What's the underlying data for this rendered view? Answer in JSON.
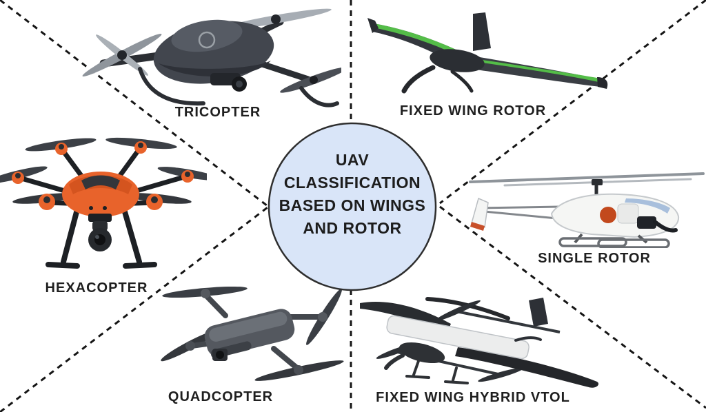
{
  "canvas": {
    "width": "1024",
    "height": "598",
    "background": "#ffffff"
  },
  "diagram": {
    "type": "radial classification diagram",
    "center": {
      "title": "UAV CLASSIFICATION BASED ON WINGS AND ROTOR",
      "title_lines": [
        "UAV",
        "CLASSIFICATION",
        "BASED ON WINGS",
        "AND ROTOR"
      ],
      "shape": "circle",
      "fill_color": "#d9e5f8",
      "border_color": "#2e2e2e",
      "text_color": "#1d1d1d"
    },
    "dividers": {
      "style": "dashed",
      "color": "#151515",
      "count": 6
    },
    "categories": [
      {
        "label": "TRICOPTER",
        "position": "top-left",
        "image": "tricopter-drone-image",
        "accent_color": "#42464e"
      },
      {
        "label": "FIXED WING ROTOR",
        "position": "top-right",
        "image": "fixed-wing-rotor-drone-image",
        "accent_color": "#54bd48"
      },
      {
        "label": "HEXACOPTER",
        "position": "middle-left",
        "image": "hexacopter-drone-image",
        "accent_color": "#e8632b"
      },
      {
        "label": "SINGLE ROTOR",
        "position": "middle-right",
        "image": "single-rotor-helicopter-image",
        "accent_color": "#f5f6f4"
      },
      {
        "label": "QUADCOPTER",
        "position": "bottom-left",
        "image": "quadcopter-drone-image",
        "accent_color": "#54585f"
      },
      {
        "label": "FIXED WING HYBRID VTOL",
        "position": "bottom-right",
        "image": "fixed-wing-hybrid-vtol-drone-image",
        "accent_color": "#24262a"
      }
    ],
    "label_text_color": "#1f1f1f"
  }
}
